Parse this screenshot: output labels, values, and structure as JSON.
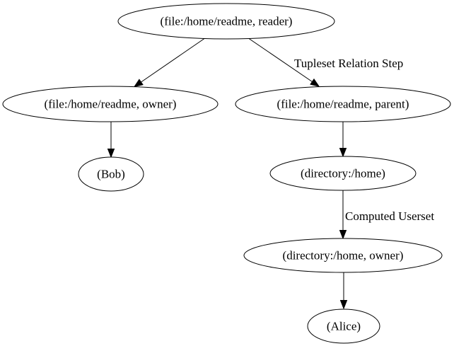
{
  "diagram": {
    "kind": "directed-graph",
    "background_color": "#ffffff",
    "stroke_color": "#000000",
    "text_color": "#000000",
    "nodes": [
      {
        "id": "file-readme-reader",
        "label": "(file:/home/readme, reader)"
      },
      {
        "id": "file-readme-owner",
        "label": "(file:/home/readme, owner)"
      },
      {
        "id": "file-readme-parent",
        "label": "(file:/home/readme, parent)"
      },
      {
        "id": "bob",
        "label": "(Bob)"
      },
      {
        "id": "directory-home",
        "label": "(directory:/home)"
      },
      {
        "id": "directory-home-owner",
        "label": "(directory:/home, owner)"
      },
      {
        "id": "alice",
        "label": "(Alice)"
      }
    ],
    "edges": [
      {
        "from": "file-readme-reader",
        "to": "file-readme-owner",
        "label": ""
      },
      {
        "from": "file-readme-reader",
        "to": "file-readme-parent",
        "label": "Tupleset Relation Step"
      },
      {
        "from": "file-readme-owner",
        "to": "bob",
        "label": ""
      },
      {
        "from": "file-readme-parent",
        "to": "directory-home",
        "label": ""
      },
      {
        "from": "directory-home",
        "to": "directory-home-owner",
        "label": "Computed Userset"
      },
      {
        "from": "directory-home-owner",
        "to": "alice",
        "label": ""
      }
    ]
  }
}
